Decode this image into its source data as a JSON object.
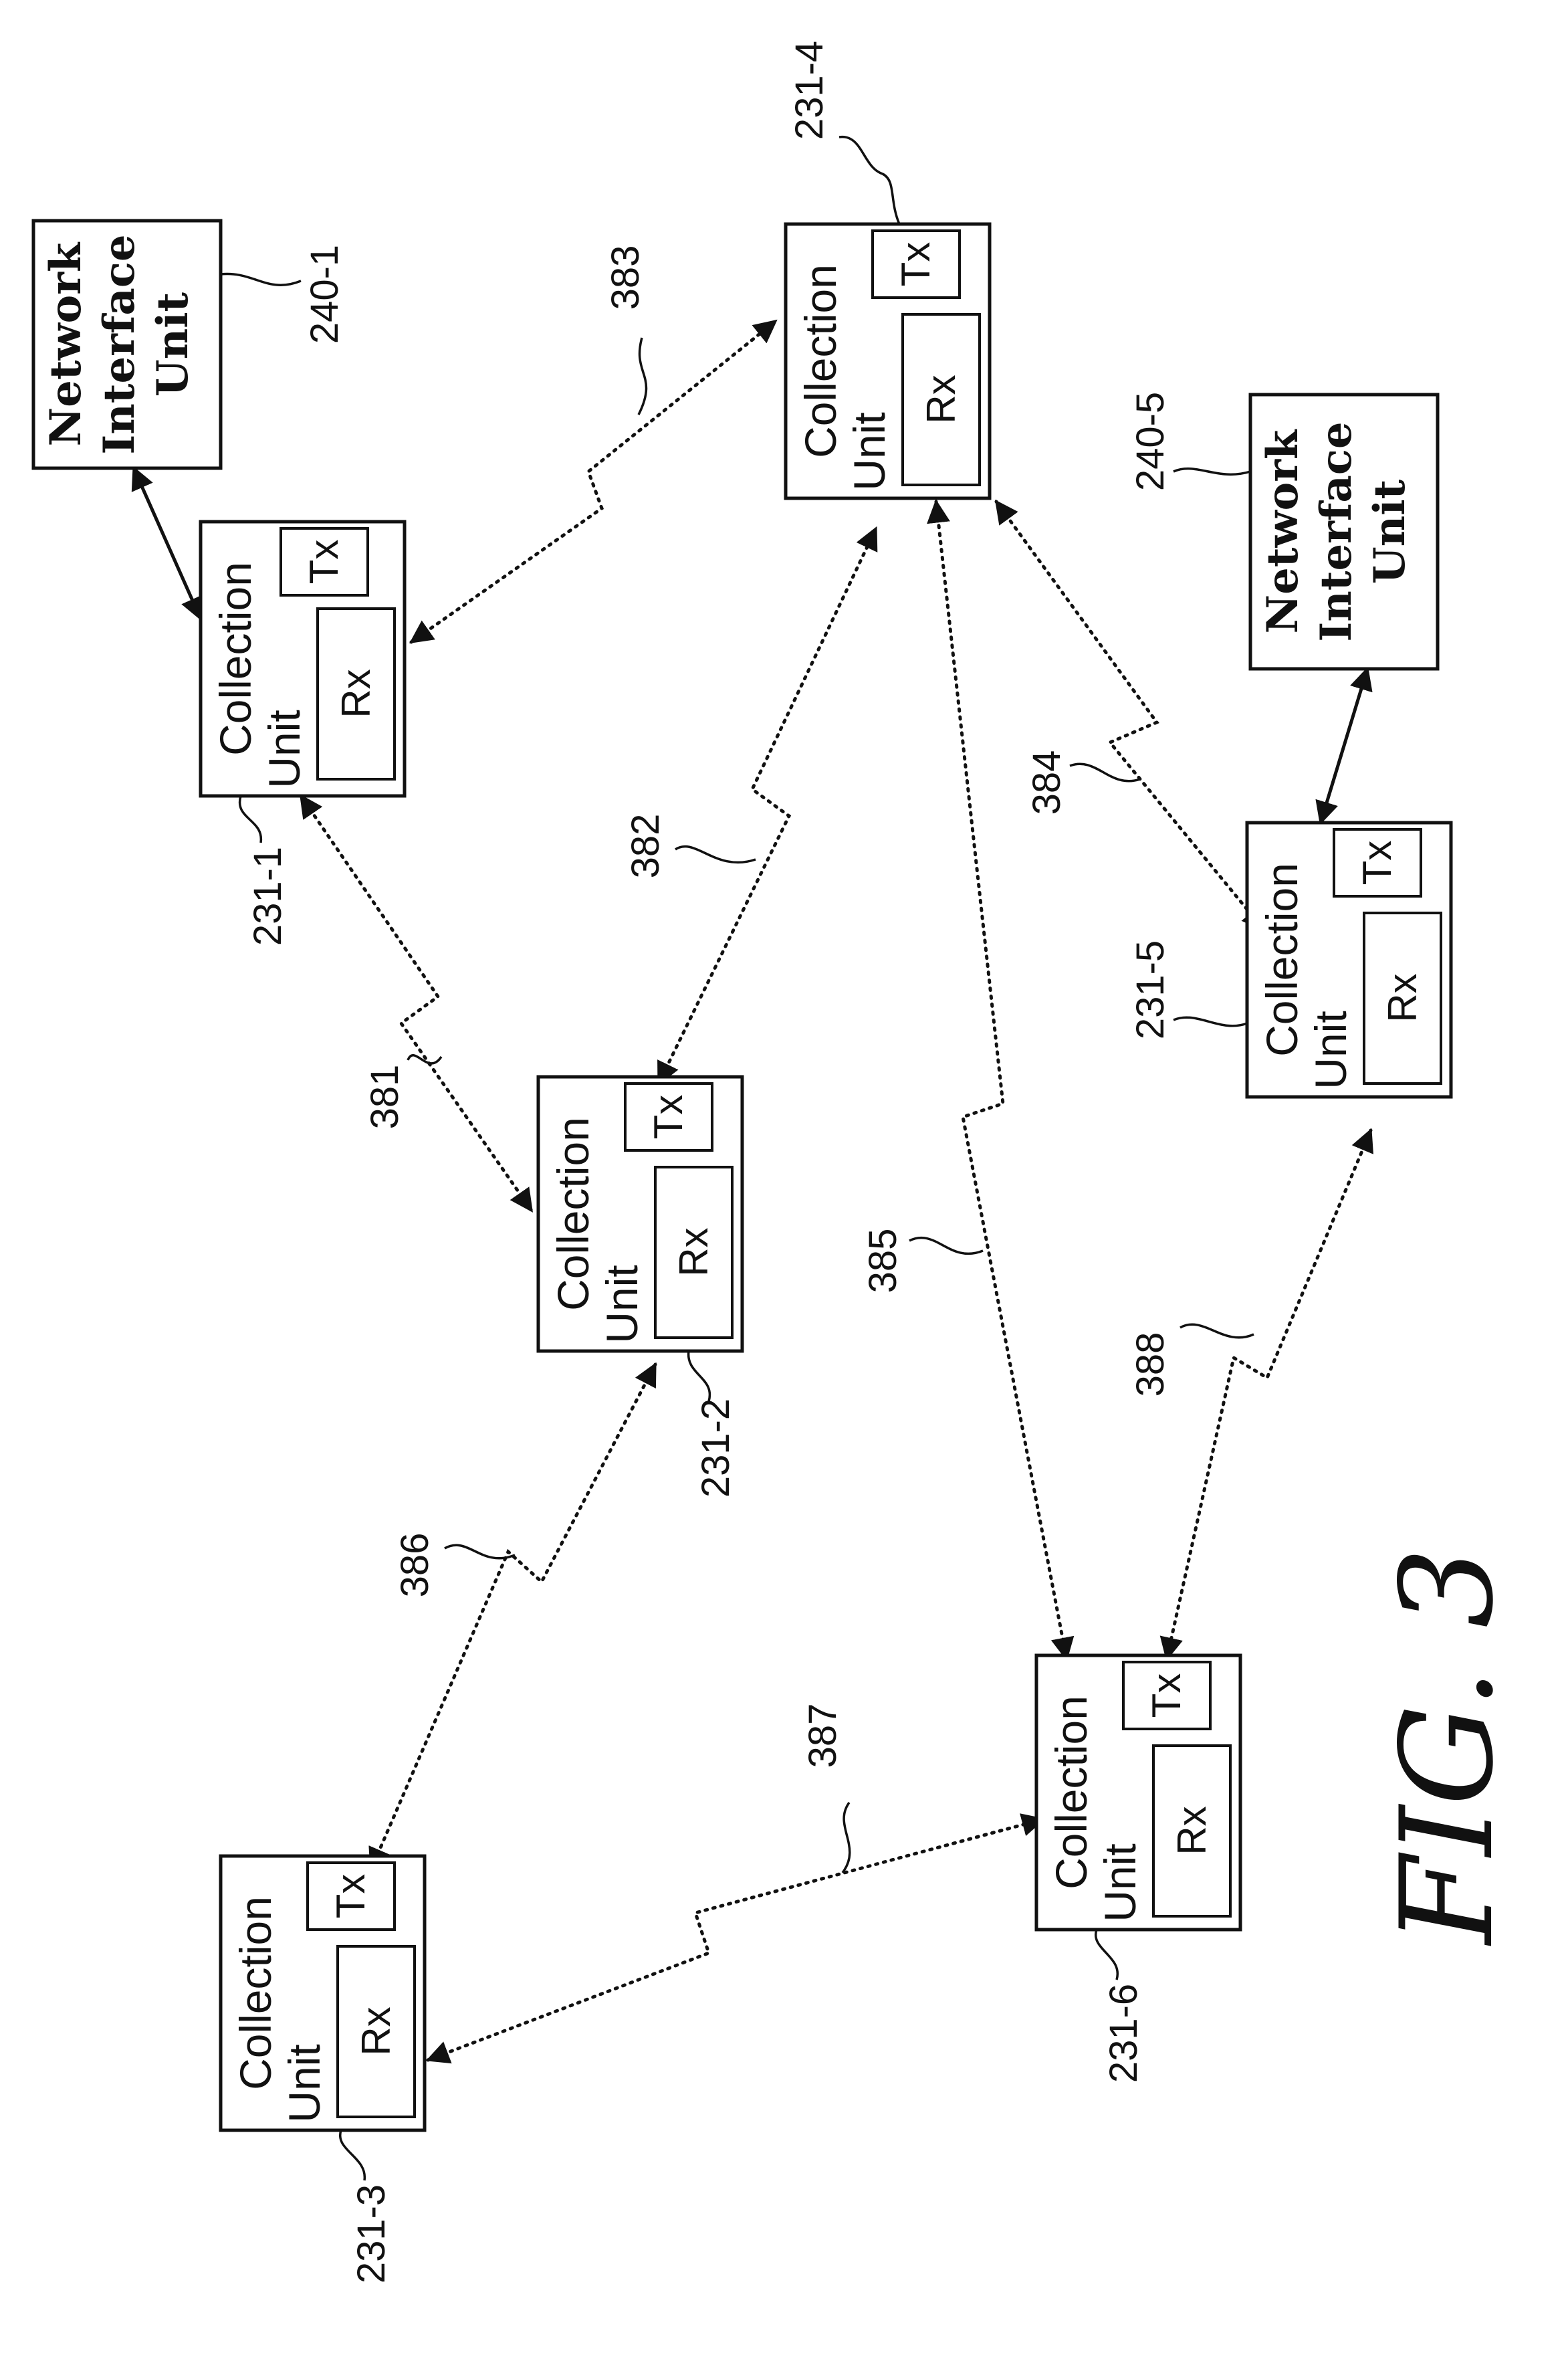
{
  "figure": {
    "caption": "FIG. 3"
  },
  "collection_units": [
    {
      "ref": "231-1",
      "title": "Collection",
      "subtitle": "Unit",
      "rx": "Rx",
      "tx": "Tx"
    },
    {
      "ref": "231-2",
      "title": "Collection",
      "subtitle": "Unit",
      "rx": "Rx",
      "tx": "Tx"
    },
    {
      "ref": "231-3",
      "title": "Collection",
      "subtitle": "Unit",
      "rx": "Rx",
      "tx": "Tx"
    },
    {
      "ref": "231-4",
      "title": "Collection",
      "subtitle": "Unit",
      "rx": "Rx",
      "tx": "Tx"
    },
    {
      "ref": "231-5",
      "title": "Collection",
      "subtitle": "Unit",
      "rx": "Rx",
      "tx": "Tx"
    },
    {
      "ref": "231-6",
      "title": "Collection",
      "subtitle": "Unit",
      "rx": "Rx",
      "tx": "Tx"
    }
  ],
  "network_interface_units": [
    {
      "ref": "240-1",
      "line1": "Network",
      "line2": "Interface",
      "line3": "Unit"
    },
    {
      "ref": "240-5",
      "line1": "Network",
      "line2": "Interface",
      "line3": "Unit"
    }
  ],
  "links": [
    {
      "ref": "381",
      "from": "231-1",
      "to": "231-2",
      "type": "wireless"
    },
    {
      "ref": "382",
      "from": "231-2",
      "to": "231-4",
      "type": "wireless"
    },
    {
      "ref": "383",
      "from": "231-1",
      "to": "231-4",
      "type": "wireless"
    },
    {
      "ref": "384",
      "from": "231-4",
      "to": "231-5",
      "type": "wireless"
    },
    {
      "ref": "385",
      "from": "231-4",
      "to": "231-6",
      "type": "wireless"
    },
    {
      "ref": "386",
      "from": "231-2",
      "to": "231-3",
      "type": "wireless"
    },
    {
      "ref": "387",
      "from": "231-3",
      "to": "231-6",
      "type": "wireless"
    },
    {
      "ref": "388",
      "from": "231-5",
      "to": "231-6",
      "type": "wireless"
    },
    {
      "from": "240-1",
      "to": "231-1",
      "type": "wired"
    },
    {
      "from": "240-5",
      "to": "231-5",
      "type": "wired"
    }
  ]
}
